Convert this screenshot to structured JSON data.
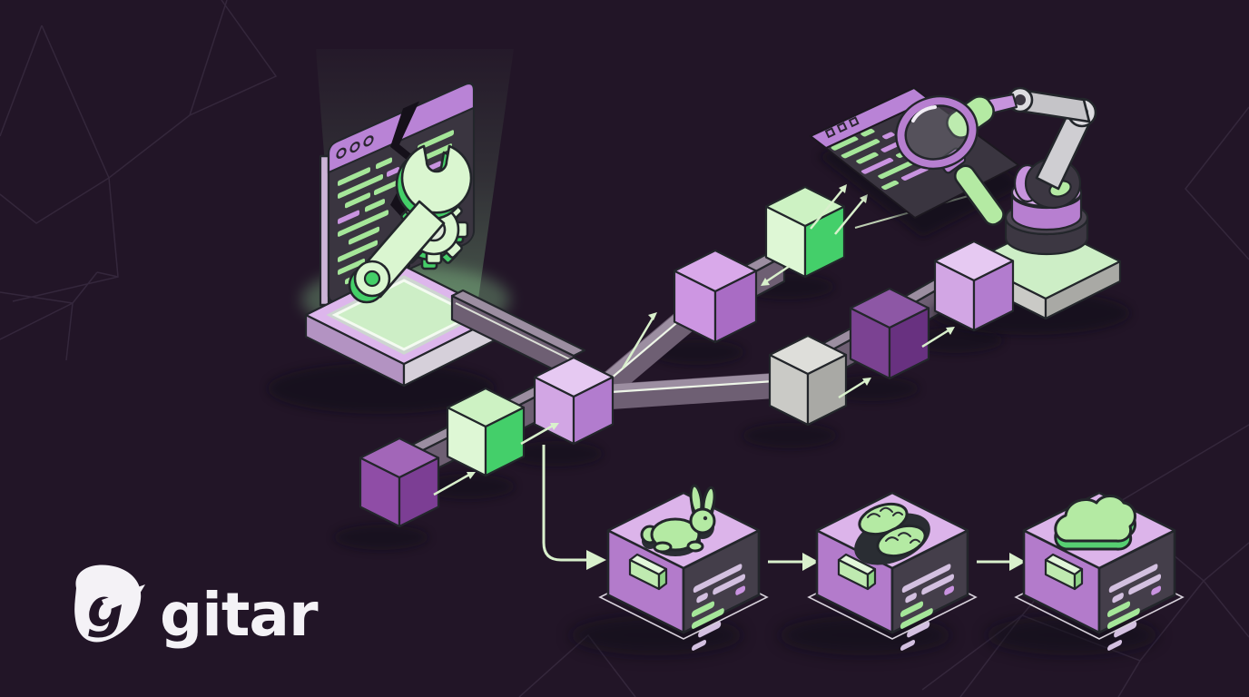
{
  "brand": {
    "logo_text": "gitar",
    "logo_icon": "guitar-pick-g-icon"
  },
  "scene": {
    "broken_window": {
      "icon": "broken-code-window-icon",
      "overlay_icons": [
        "wrench-icon",
        "gear-icon"
      ],
      "pedestal": "glowing-platform"
    },
    "pipeline": {
      "main_chain": [
        "purple-cube",
        "green-cube",
        "lavender-junction-cube"
      ],
      "upper_branch": [
        "violet-cube",
        "green-cube",
        "code-review-window"
      ],
      "right_branch": [
        "gray-cube",
        "dark-purple-cube",
        "pink-cube",
        "robot-arm-station"
      ],
      "inspector_icons": [
        "code-window-icon",
        "magnifying-glass-icon",
        "robot-arm-icon"
      ]
    },
    "bottom_row": [
      {
        "icon": "rabbit-icon"
      },
      {
        "icon": "brain-icon"
      },
      {
        "icon": "cloud-icon"
      }
    ]
  },
  "colors": {
    "bg": "#221527",
    "mesh": "#41334a",
    "ink": "#23262b",
    "shadow": "#0f0914",
    "arrow": "#d9f0cc",
    "white": "#f4f2f6",
    "crack": "#15101a",
    "lavTop": "#e6c9f2",
    "lavLeft": "#d2a6e4",
    "lavRight": "#b27cce",
    "vioTop": "#d9a9ea",
    "vioLeft": "#cd96e2",
    "vioRight": "#a96cc4",
    "purTop": "#a266b8",
    "purLeft": "#8f4da6",
    "purRight": "#7c3e94",
    "dpurTop": "#8d57a5",
    "dpurLeft": "#7b4292",
    "dpurRight": "#683180",
    "grnTop": "#cdf2c3",
    "grnLeft": "#def7d5",
    "grnRight": "#44cf6a",
    "grayTop": "#dededa",
    "grayLeft": "#cacac6",
    "grayRight": "#a9a9a5",
    "botTop": "#dcb4ea",
    "botLeft": "#b37bcb",
    "botRight": "#443e4a",
    "pipeSide": "#6e5f73",
    "pipeTop": "#9c8ea1",
    "pipeLine": "#eef6e8",
    "codeGreen": "#a5e699",
    "codePurple": "#c993e0",
    "codeLav": "#d3c0e0",
    "winBar": "#b983d6",
    "winBody": "#3a3540",
    "platTop": "#ddb6ec",
    "platLeft": "#b393c2",
    "platRight": "#d6d0da",
    "platInner": "#cdeec6",
    "toolPale": "#daf6d0",
    "toolBright": "#44cf68",
    "toolHole": "#dfeadb",
    "robotGray": "#cfced2",
    "robotGrayLight": "#dddce0",
    "robotDark": "#3c3742",
    "iconGreen": "#b4eaa3",
    "iconGreenDark": "#57cf72",
    "iconInk": "#2a2d33",
    "btnTop": "#e2f7da",
    "btnFront": "#bfeab0",
    "btnSide": "#8fd486",
    "groundLine": "#ece7f0"
  }
}
